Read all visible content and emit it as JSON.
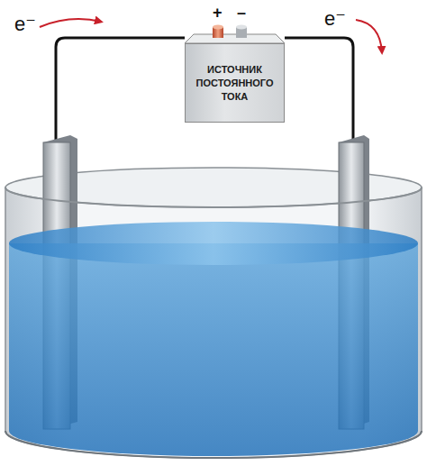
{
  "diagram": {
    "nodes": [
      {
        "text": [
          "ИСТОЧНИК ПОСТОЯННОГО ТОКА"
        ]
      }
    ],
    "labels": [
      "+",
      "–",
      "e⁻",
      "e⁻"
    ]
  }
}
